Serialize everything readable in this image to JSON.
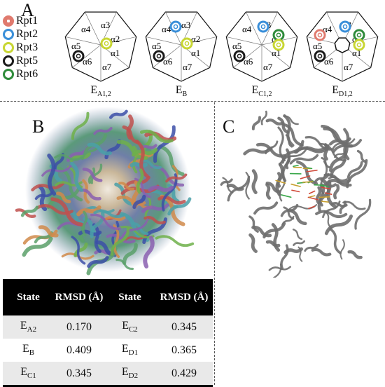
{
  "panels": {
    "a": "A",
    "b": "B",
    "c": "C"
  },
  "legend": [
    {
      "label": "Rpt1",
      "color": "#e07a6e"
    },
    {
      "label": "Rpt2",
      "color": "#3a8fd9"
    },
    {
      "label": "Rpt3",
      "color": "#c8d633"
    },
    {
      "label": "Rpt5",
      "color": "#1a1a1a"
    },
    {
      "label": "Rpt6",
      "color": "#2e8b3a"
    }
  ],
  "alpha_labels": [
    "α1",
    "α2",
    "α3",
    "α4",
    "α5",
    "α6",
    "α7"
  ],
  "states": [
    {
      "label_main": "E",
      "label_sub": "A1,2"
    },
    {
      "label_main": "E",
      "label_sub": "B"
    },
    {
      "label_main": "E",
      "label_sub": "C1,2"
    },
    {
      "label_main": "E",
      "label_sub": "D1,2"
    }
  ],
  "table": {
    "headers": [
      "State",
      "RMSD (Å)",
      "State",
      "RMSD (Å)"
    ],
    "rows": [
      {
        "s1": "E",
        "s1_sub": "A2",
        "v1": "0.170",
        "s2": "E",
        "s2_sub": "C2",
        "v2": "0.345"
      },
      {
        "s1": "E",
        "s1_sub": "B",
        "v1": "0.409",
        "s2": "E",
        "s2_sub": "D1",
        "v2": "0.365"
      },
      {
        "s1": "E",
        "s1_sub": "C1",
        "v1": "0.345",
        "s2": "E",
        "s2_sub": "D2",
        "v2": "0.429"
      }
    ]
  }
}
